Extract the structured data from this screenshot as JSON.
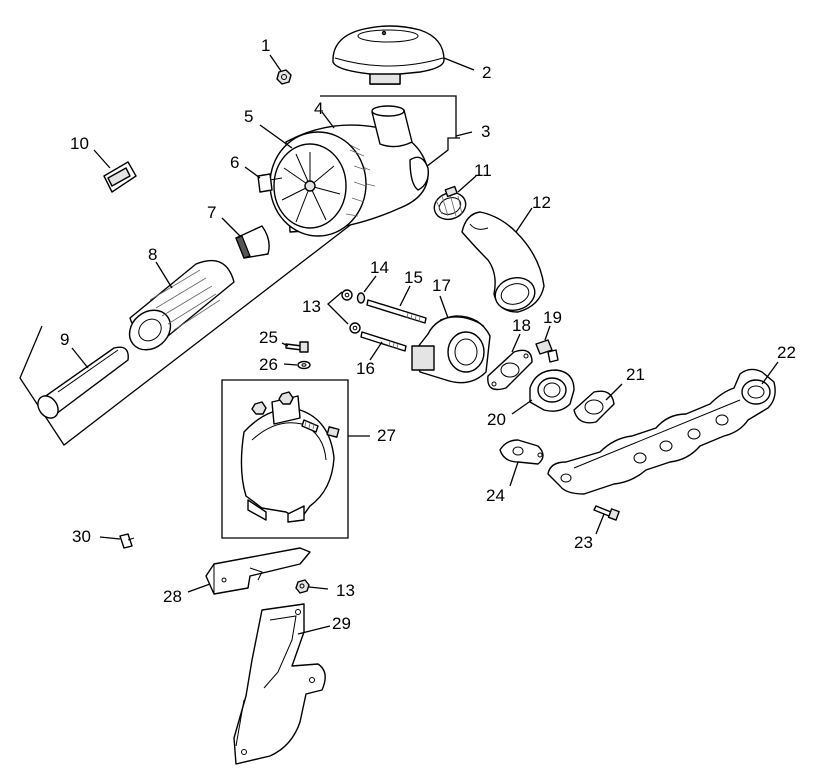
{
  "callouts": [
    {
      "id": "c1",
      "text": "1"
    },
    {
      "id": "c2",
      "text": "2"
    },
    {
      "id": "c3",
      "text": "3"
    },
    {
      "id": "c4",
      "text": "4"
    },
    {
      "id": "c5",
      "text": "5"
    },
    {
      "id": "c6",
      "text": "6"
    },
    {
      "id": "c7",
      "text": "7"
    },
    {
      "id": "c8",
      "text": "8"
    },
    {
      "id": "c9",
      "text": "9"
    },
    {
      "id": "c10",
      "text": "10"
    },
    {
      "id": "c11",
      "text": "11"
    },
    {
      "id": "c12",
      "text": "12"
    },
    {
      "id": "c13a",
      "text": "13"
    },
    {
      "id": "c14",
      "text": "14"
    },
    {
      "id": "c15",
      "text": "15"
    },
    {
      "id": "c16",
      "text": "16"
    },
    {
      "id": "c17",
      "text": "17"
    },
    {
      "id": "c18",
      "text": "18"
    },
    {
      "id": "c19",
      "text": "19"
    },
    {
      "id": "c20",
      "text": "20"
    },
    {
      "id": "c21",
      "text": "21"
    },
    {
      "id": "c22",
      "text": "22"
    },
    {
      "id": "c23",
      "text": "23"
    },
    {
      "id": "c24",
      "text": "24"
    },
    {
      "id": "c25",
      "text": "25"
    },
    {
      "id": "c26",
      "text": "26"
    },
    {
      "id": "c27",
      "text": "27"
    },
    {
      "id": "c28",
      "text": "28"
    },
    {
      "id": "c29",
      "text": "29"
    },
    {
      "id": "c30",
      "text": "30"
    },
    {
      "id": "c13b",
      "text": "13"
    }
  ]
}
